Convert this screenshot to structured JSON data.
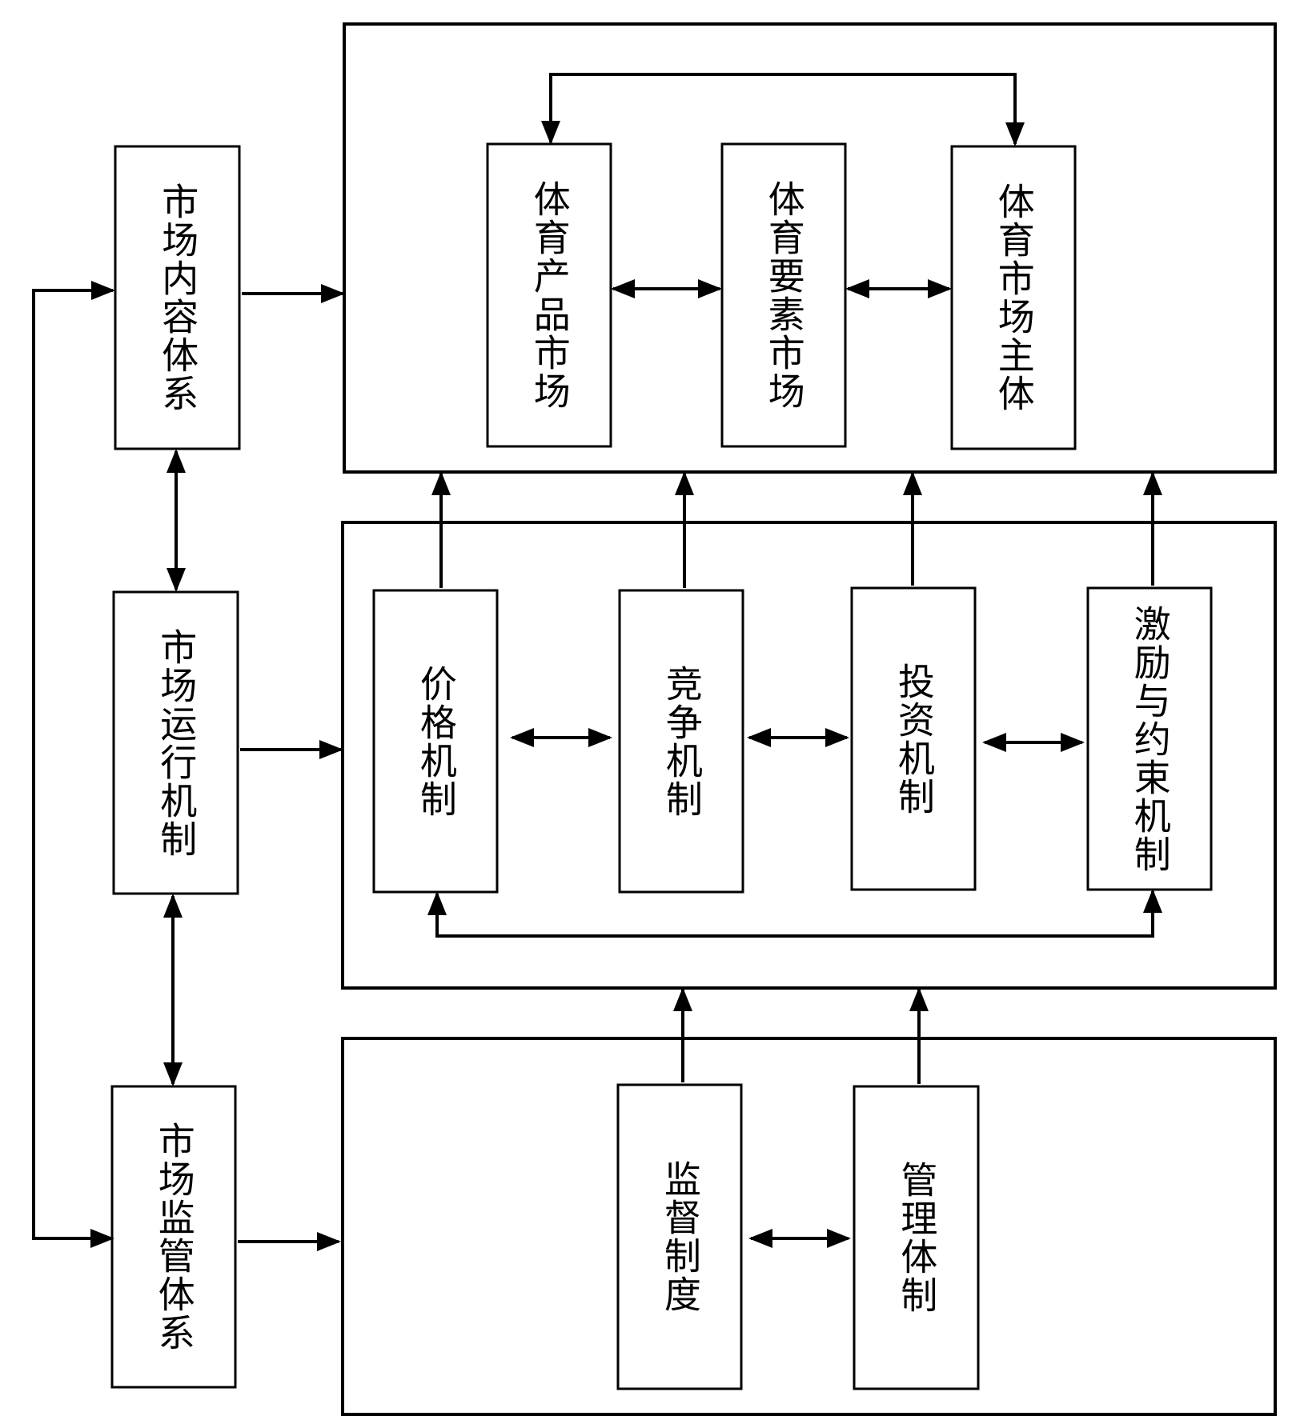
{
  "left_column": {
    "content_system": "市场内容体系",
    "operation_mechanism": "市场运行机制",
    "supervision_system": "市场监管体系"
  },
  "top_group": {
    "product_market": "体育产品市场",
    "factor_market": "体育要素市场",
    "market_entity": "体育市场主体"
  },
  "middle_group": {
    "price": "价格机制",
    "competition": "竞争机制",
    "investment": "投资机制",
    "incentive": "激励与约束机制"
  },
  "bottom_group": {
    "supervision": "监督制度",
    "management": "管理体制"
  },
  "colors": {
    "line": "#000000",
    "background": "#ffffff"
  }
}
